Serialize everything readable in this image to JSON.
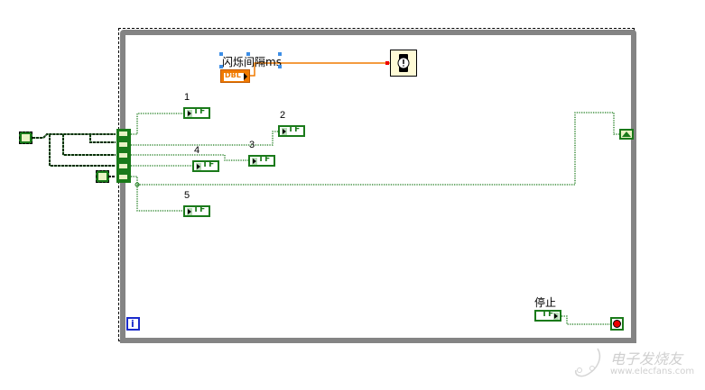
{
  "diagram": {
    "control_label": "闪烁间隔ms",
    "dbl_terminal": "DBL",
    "indicators": [
      {
        "label": "1",
        "text": "TF"
      },
      {
        "label": "2",
        "text": "TF"
      },
      {
        "label": "3",
        "text": "TF"
      },
      {
        "label": "4",
        "text": "TF"
      },
      {
        "label": "5",
        "text": "TF"
      }
    ],
    "stop_control": {
      "label": "停止",
      "text": "TF"
    },
    "iteration_terminal": "i",
    "watermark": {
      "brand": "电子发烧友",
      "url": "www.elecfans.com"
    },
    "colors": {
      "boolean_wire": "#1a7a1a",
      "numeric_wire": "#f07a00",
      "loop_frame": "#848484"
    }
  }
}
